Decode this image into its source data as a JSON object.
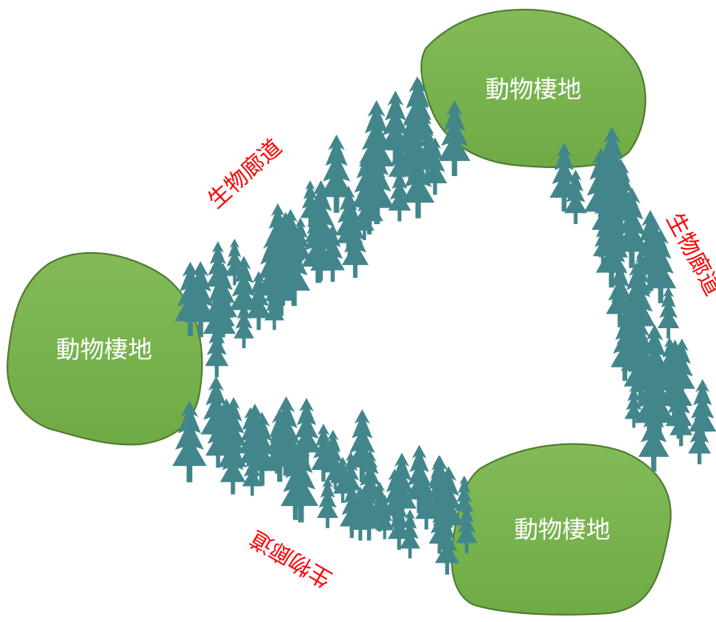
{
  "colors": {
    "habitat_fill_top": "#82bb58",
    "habitat_fill": "#6fab45",
    "habitat_stroke": "#4f7a2c",
    "tree": "#42868c",
    "corridor_label": "#ff0000",
    "habitat_label": "#ffffff"
  },
  "habitats": [
    {
      "id": "top-right",
      "label": "動物棲地"
    },
    {
      "id": "left",
      "label": "動物棲地"
    },
    {
      "id": "bottom-right",
      "label": "動物棲地"
    }
  ],
  "corridors": [
    {
      "id": "upper-left",
      "label": "生物廊道"
    },
    {
      "id": "right",
      "label": "生物廊道"
    },
    {
      "id": "bottom",
      "label": "生物廊道"
    }
  ],
  "icons": {
    "tree": "conifer-tree-icon"
  }
}
